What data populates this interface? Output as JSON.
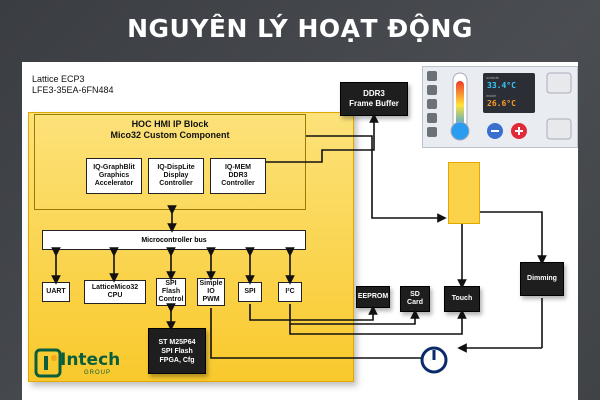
{
  "page": {
    "title": "NGUYÊN LÝ HOẠT ĐỘNG"
  },
  "chip": {
    "line1": "Lattice ECP3",
    "line2": "LFE3-35EA-6FN484"
  },
  "ip_block": {
    "title_line1": "HOC HMI IP Block",
    "title_line2": "Mico32 Custom Component",
    "modules": [
      {
        "l1": "IQ-GraphBlit",
        "l2": "Graphics",
        "l3": "Accelerator"
      },
      {
        "l1": "IQ-DispLite",
        "l2": "Display",
        "l3": "Controller"
      },
      {
        "l1": "IQ-MEM",
        "l2": "DDR3",
        "l3": "Controller"
      }
    ]
  },
  "bus": {
    "label": "Microcontroller bus"
  },
  "peripherals": {
    "uart": "UART",
    "cpu_l1": "LatticeMico32",
    "cpu_l2": "CPU",
    "spi_flash_l1": "SPI",
    "spi_flash_l2": "Flash",
    "spi_flash_l3": "Control",
    "gpio_l1": "Simple",
    "gpio_l2": "IO",
    "gpio_l3": "PWM",
    "spi": "SPI",
    "i2c": "I²C"
  },
  "external": {
    "ddr3_l1": "DDR3",
    "ddr3_l2": "Frame Buffer",
    "eeprom": "EEPROM",
    "sd_l1": "SD",
    "sd_l2": "Card",
    "touch": "Touch",
    "dimming": "Dimming",
    "flash_l1": "ST M25P64",
    "flash_l2": "SPI Flash",
    "flash_l3": "FPGA, Cfg"
  },
  "display": {
    "outside_label": "outside",
    "outside_temp": "33.4°C",
    "inside_label": "inside",
    "inside_temp": "26.6°C"
  },
  "logo": {
    "name": "Intech",
    "sub": "GROUP"
  },
  "colors": {
    "fpga": "#f9c92c",
    "brand": "#0b5e3c",
    "title": "#ffffff"
  }
}
